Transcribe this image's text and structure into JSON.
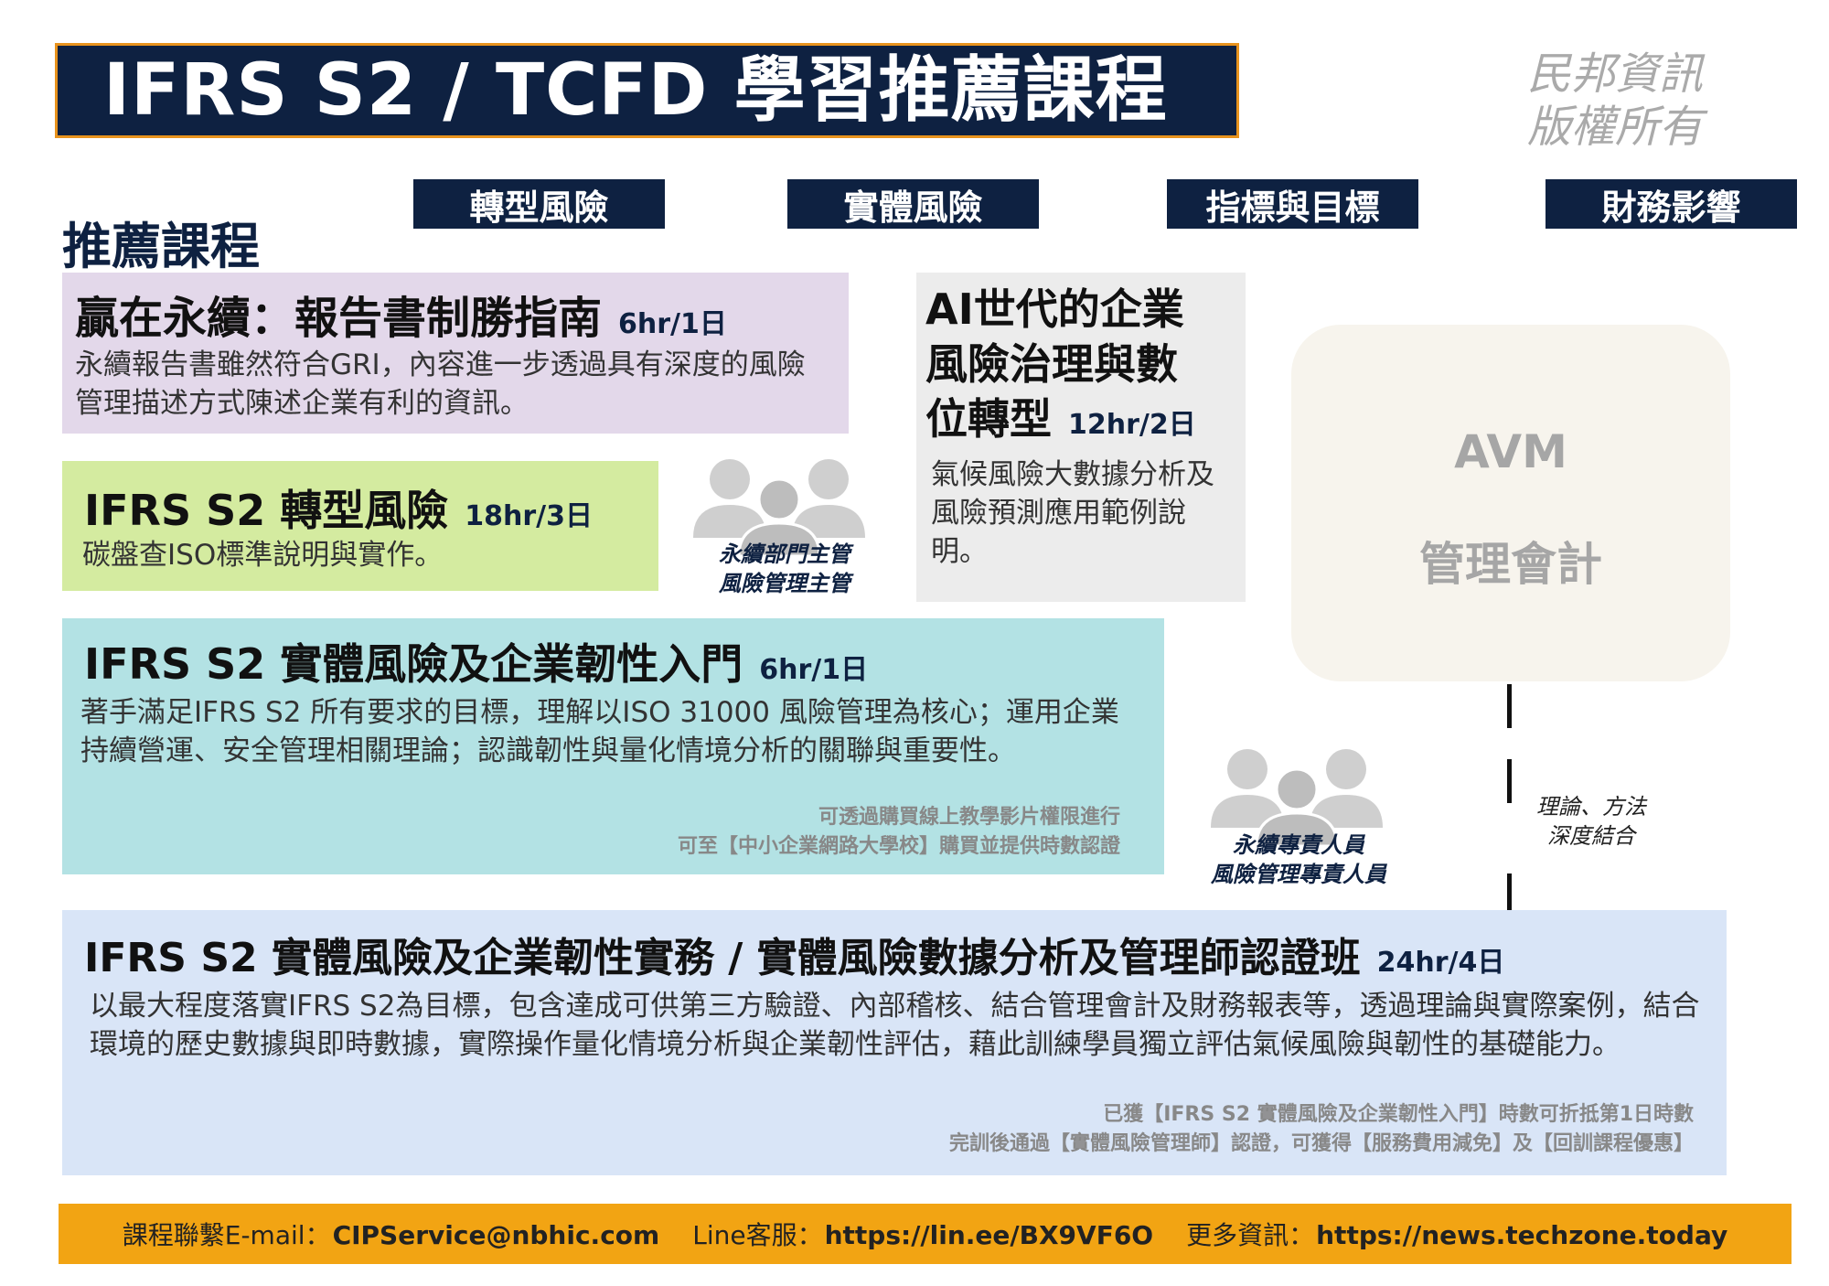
{
  "header": {
    "title": "IFRS S2 / TCFD 學習推薦課程",
    "copyright_line1": "民邦資訊",
    "copyright_line2": "版權所有"
  },
  "section_title": "推薦課程",
  "categories": [
    "轉型風險",
    "實體風險",
    "指標與目標",
    "財務影響"
  ],
  "courses": {
    "reporting": {
      "title": "贏在永續：報告書制勝指南",
      "duration": "6hr/1日",
      "desc": "永續報告書雖然符合GRI，內容進一步透過具有深度的風險管理描述方式陳述企業有利的資訊。"
    },
    "transition": {
      "title": "IFRS S2 轉型風險",
      "duration": "18hr/3日",
      "desc": "碳盤查ISO標準說明與實作。"
    },
    "ai": {
      "title_line1": "AI世代的企業",
      "title_line2": "風險治理與數",
      "title_line3": "位轉型",
      "duration": "12hr/2日",
      "desc": "氣候風險大數據分析及風險預測應用範例說明。"
    },
    "physical_intro": {
      "title": "IFRS S2 實體風險及企業韌性入門",
      "duration": "6hr/1日",
      "desc": "著手滿足IFRS S2 所有要求的目標，理解以ISO 31000 風險管理為核心；運用企業持續營運、安全管理相關理論；認識韌性與量化情境分析的關聯與重要性。",
      "note_line1": "可透過購買線上教學影片權限進行",
      "note_line2": "可至【中小企業網路大學校】購買並提供時數認證"
    },
    "physical_practice": {
      "title": "IFRS S2 實體風險及企業韌性實務 / 實體風險數據分析及管理師認證班",
      "duration": "24hr/4日",
      "desc": "以最大程度落實IFRS S2為目標，包含達成可供第三方驗證、內部稽核、結合管理會計及財務報表等，透過理論與實際案例，結合環境的歷史數據與即時數據，實際操作量化情境分析與企業韌性評估，藉此訓練學員獨立評估氣候風險與韌性的基礎能力。",
      "note_line1": "已獲【IFRS S2 實體風險及企業韌性入門】時數可折抵第1日時數",
      "note_line2": "完訓後通過【實體風險管理師】認證，可獲得【服務費用減免】及【回訓課程優惠】"
    }
  },
  "audiences": {
    "managers_line1": "永續部門主管",
    "managers_line2": "風險管理主管",
    "staff_line1": "永續專責人員",
    "staff_line2": "風險管理專責人員"
  },
  "avm": {
    "title": "AVM",
    "subtitle": "管理會計"
  },
  "theory_note": {
    "line1": "理論、方法",
    "line2": "深度結合"
  },
  "footer": {
    "email_label": "課程聯繫E-mail：",
    "email": "CIPService@nbhic.com",
    "line_label": "Line客服：",
    "line_url": "https://lin.ee/BX9VF6O",
    "more_label": "更多資訊：",
    "more_url": "https://news.techzone.today"
  },
  "colors": {
    "navy": "#0e2141",
    "orange": "#f2a413",
    "purple_card": "#e3d8ea",
    "green_card": "#d4eba0",
    "teal_card": "#b3e2e4",
    "blue_card": "#d9e5f7",
    "gray_card": "#ececec"
  },
  "icons": [
    "people-group-icon",
    "people-group-icon"
  ]
}
